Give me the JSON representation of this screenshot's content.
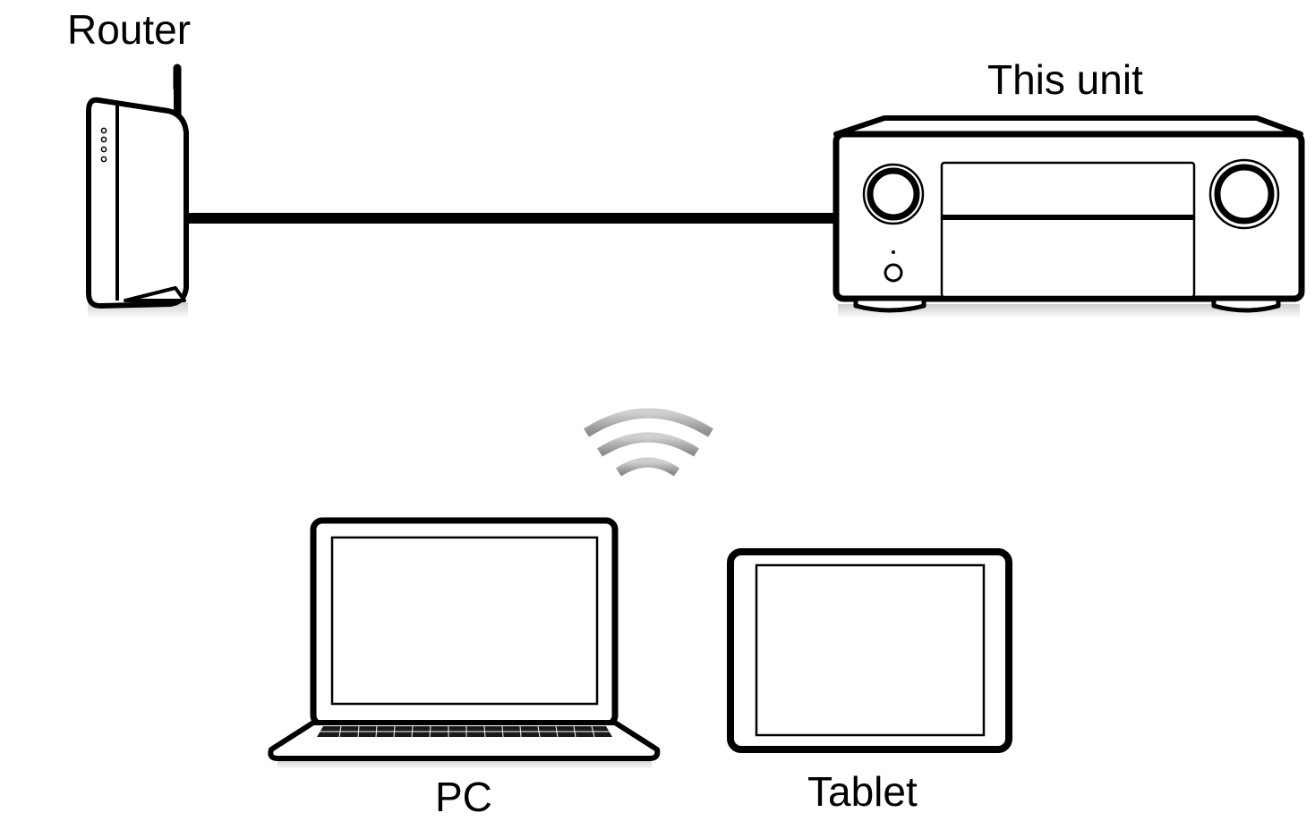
{
  "labels": {
    "router": "Router",
    "unit": "This unit",
    "pc": "PC",
    "tablet": "Tablet"
  },
  "icons": {
    "router": "router-icon",
    "unit": "av-receiver-icon",
    "pc": "laptop-icon",
    "tablet": "tablet-icon",
    "wifi": "wifi-signal-icon"
  },
  "connections": [
    {
      "from": "router",
      "to": "unit",
      "type": "wired"
    },
    {
      "from": "router",
      "to": "pc",
      "type": "wireless"
    },
    {
      "from": "router",
      "to": "tablet",
      "type": "wireless"
    }
  ],
  "colors": {
    "line": "#000000",
    "wifi": "#b8b8b8",
    "shadow": "#d9d9d9"
  }
}
